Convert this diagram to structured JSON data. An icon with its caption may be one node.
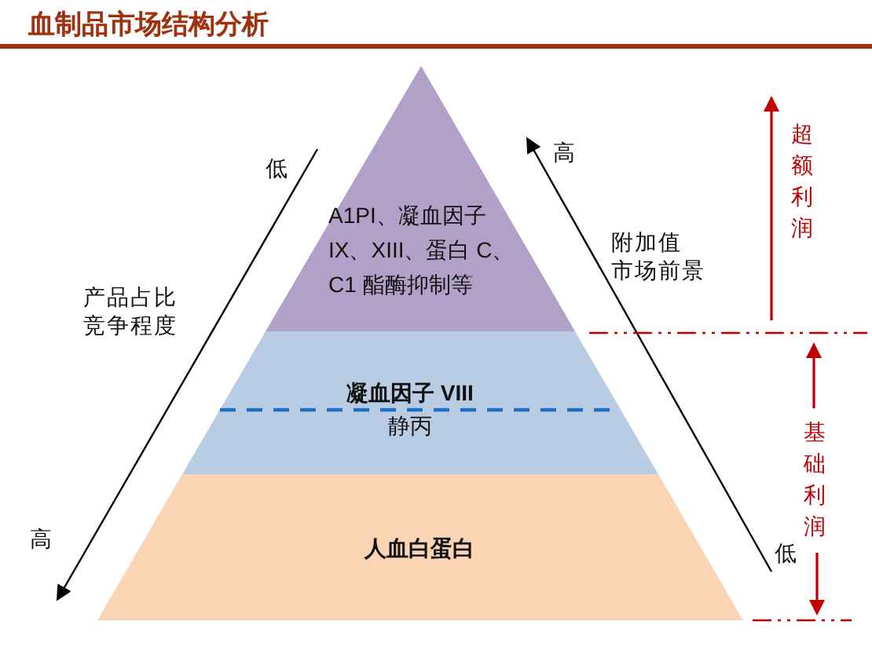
{
  "diagram": {
    "title": "血制品市场结构分析",
    "nodes": [
      {
        "text": [
          "A1PI、凝血因子IX、XIII、蛋白 C、C1 酯酶抑制等"
        ]
      },
      {
        "text": [
          "凝血因子 VIII",
          "静丙"
        ]
      },
      {
        "text": [
          "人血白蛋白"
        ]
      }
    ],
    "edges": [],
    "labels": [
      "低",
      "产品占比竞争程度",
      "高",
      "高",
      "附加值市场前景",
      "低",
      "超额利润",
      "基础利润"
    ]
  }
}
